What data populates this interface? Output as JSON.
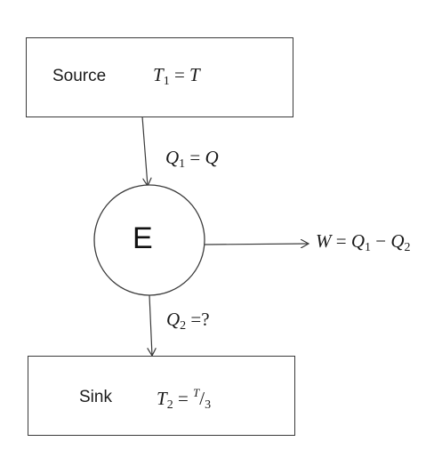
{
  "source": {
    "label": "Source",
    "temp_symbol": "T",
    "temp_sub": "1",
    "temp_value": "T"
  },
  "flow_in": {
    "symbol": "Q",
    "sub": "1",
    "value": "Q"
  },
  "engine": {
    "label": "E"
  },
  "work": {
    "symbol": "W",
    "q1_symbol": "Q",
    "q1_sub": "1",
    "q2_symbol": "Q",
    "q2_sub": "2"
  },
  "flow_out": {
    "symbol": "Q",
    "sub": "2",
    "value": "?"
  },
  "sink": {
    "label": "Sink",
    "temp_symbol": "T",
    "temp_sub": "2",
    "frac_num": "T",
    "frac_den": "3"
  }
}
